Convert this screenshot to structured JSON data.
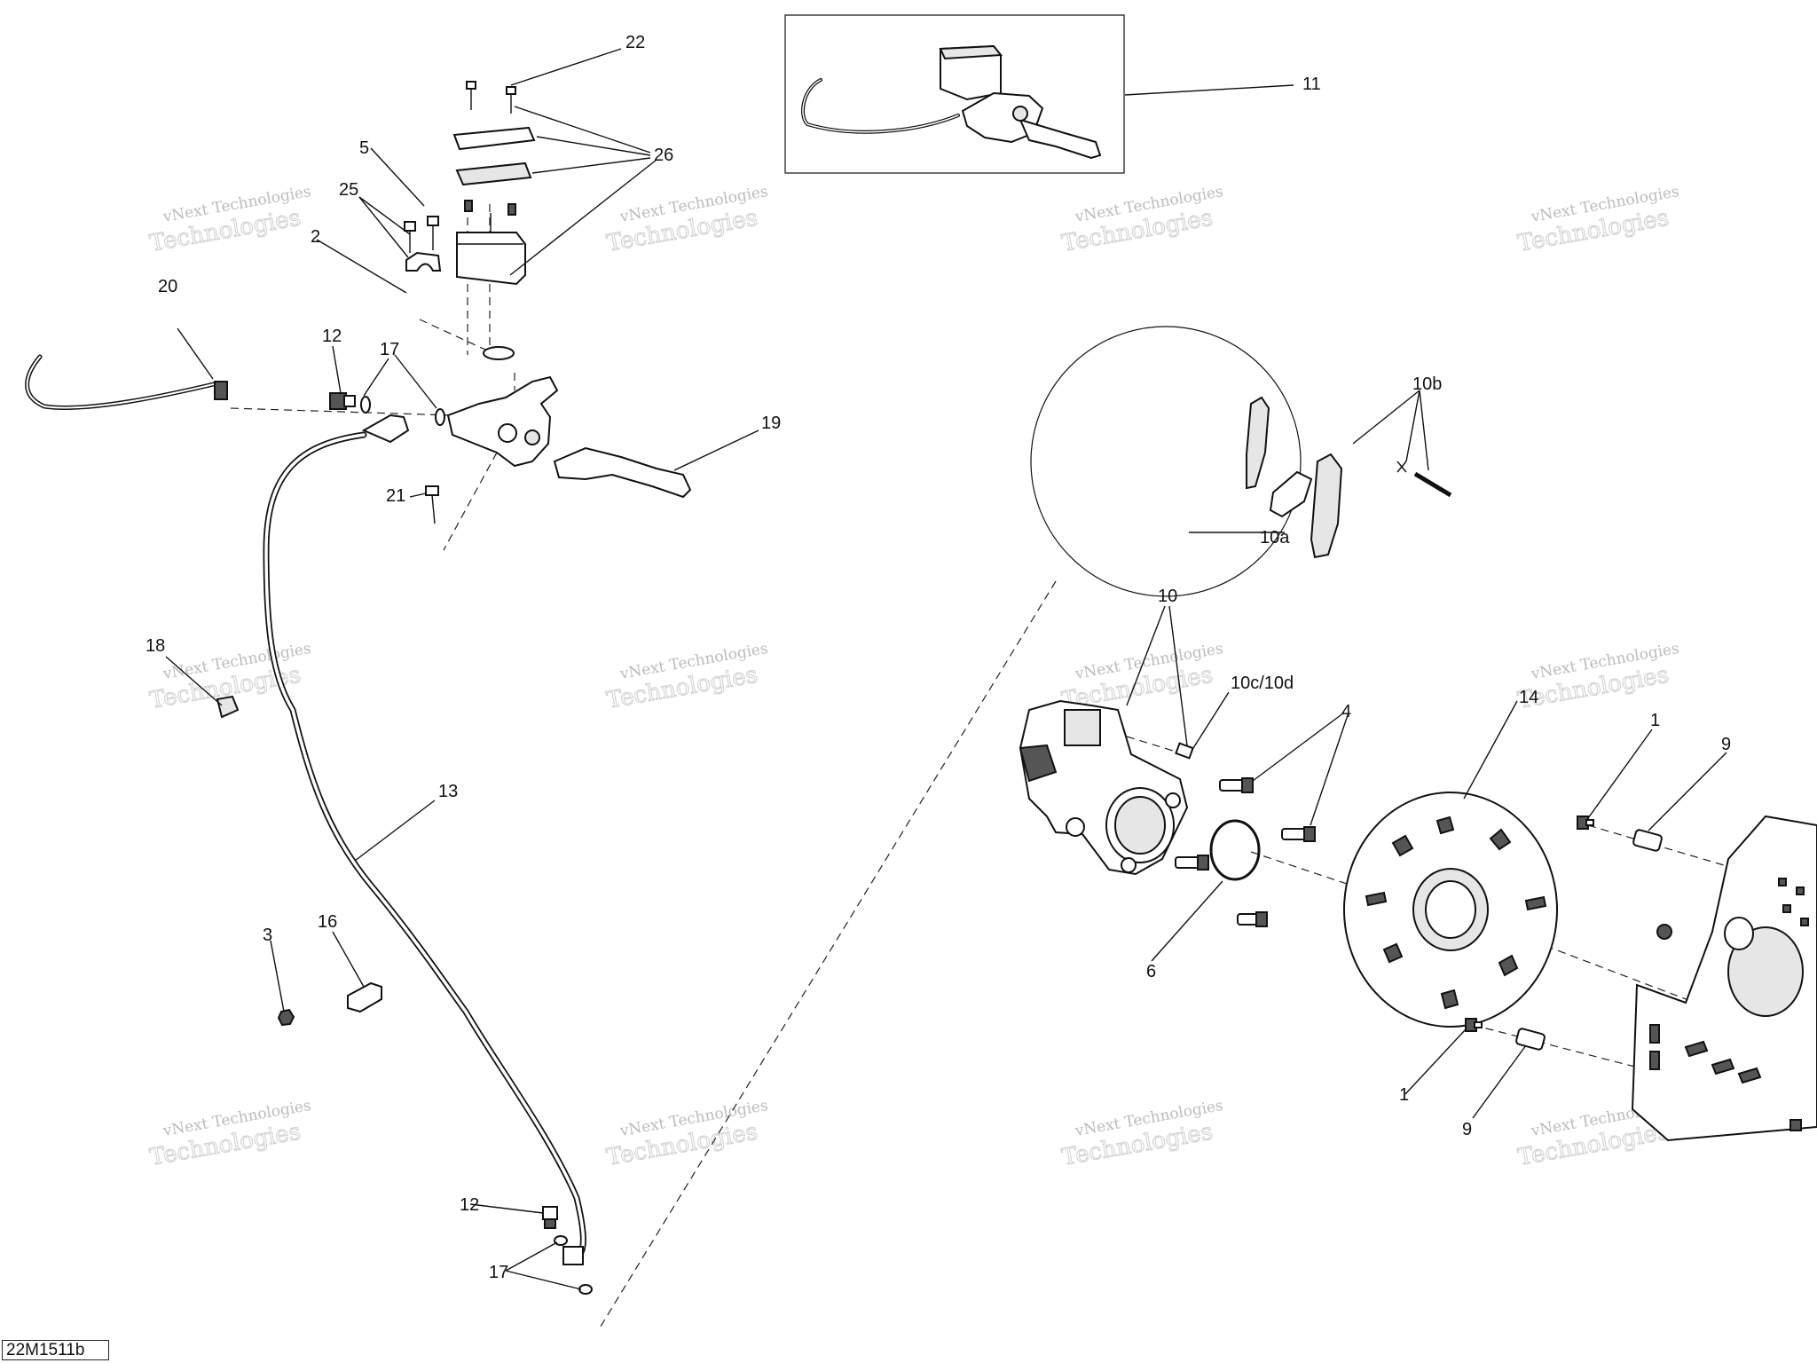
{
  "document_id": "22M1511b",
  "watermark": {
    "line1": "vNext Technologies",
    "line2": "Technologies"
  },
  "callouts": [
    {
      "id": "c1",
      "text": "22"
    },
    {
      "id": "c2",
      "text": "26"
    },
    {
      "id": "c3",
      "text": "5"
    },
    {
      "id": "c4",
      "text": "25"
    },
    {
      "id": "c5",
      "text": "2"
    },
    {
      "id": "c6",
      "text": "20"
    },
    {
      "id": "c7",
      "text": "12"
    },
    {
      "id": "c8",
      "text": "17"
    },
    {
      "id": "c9",
      "text": "19"
    },
    {
      "id": "c10",
      "text": "21"
    },
    {
      "id": "c11",
      "text": "11"
    },
    {
      "id": "c12",
      "text": "10b"
    },
    {
      "id": "c13",
      "text": "10a"
    },
    {
      "id": "c14",
      "text": "18"
    },
    {
      "id": "c15",
      "text": "13"
    },
    {
      "id": "c16",
      "text": "3"
    },
    {
      "id": "c17",
      "text": "16"
    },
    {
      "id": "c18",
      "text": "12"
    },
    {
      "id": "c19",
      "text": "17"
    },
    {
      "id": "c20",
      "text": "10"
    },
    {
      "id": "c21",
      "text": "10c/10d"
    },
    {
      "id": "c22",
      "text": "4"
    },
    {
      "id": "c23",
      "text": "14"
    },
    {
      "id": "c24",
      "text": "1"
    },
    {
      "id": "c25",
      "text": "9"
    },
    {
      "id": "c26",
      "text": "6"
    },
    {
      "id": "c27",
      "text": "1"
    },
    {
      "id": "c28",
      "text": "9"
    }
  ]
}
